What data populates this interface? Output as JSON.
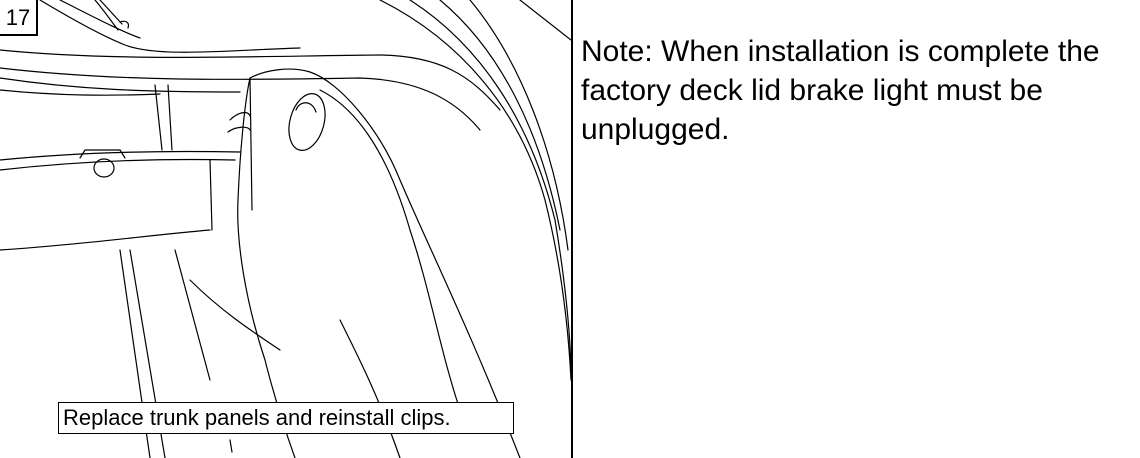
{
  "step": {
    "number": "17"
  },
  "caption": {
    "text": "Replace trunk panels and reinstall clips."
  },
  "note": {
    "text": "Note: When installation is complete the factory deck lid brake light must be unplugged."
  },
  "illustration": {
    "subject": "trunk-panel-line-drawing"
  }
}
